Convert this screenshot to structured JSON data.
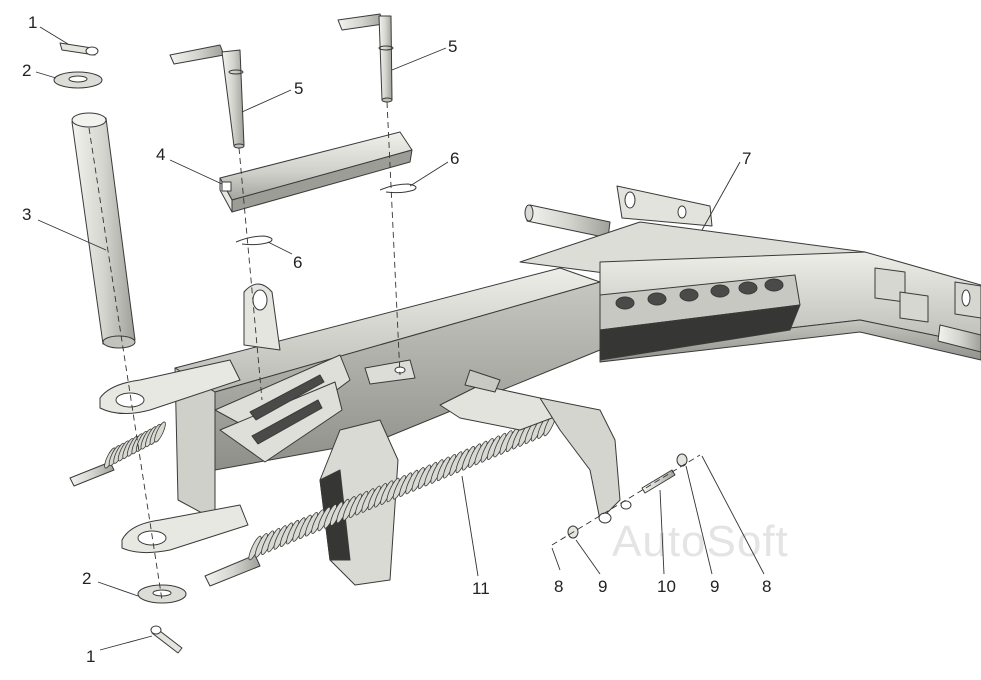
{
  "watermark": "AutoSoft",
  "colors": {
    "metal_light": "#e6e7e1",
    "metal_mid": "#c9cac3",
    "metal_dark": "#9a9b95",
    "shadow": "#3c3c3a",
    "line": "#3a3a3a"
  },
  "callouts": [
    {
      "id": "c1a",
      "label": "1"
    },
    {
      "id": "c2a",
      "label": "2"
    },
    {
      "id": "c3",
      "label": "3"
    },
    {
      "id": "c4",
      "label": "4"
    },
    {
      "id": "c5a",
      "label": "5"
    },
    {
      "id": "c5b",
      "label": "5"
    },
    {
      "id": "c6a",
      "label": "6"
    },
    {
      "id": "c6b",
      "label": "6"
    },
    {
      "id": "c7",
      "label": "7"
    },
    {
      "id": "c2b",
      "label": "2"
    },
    {
      "id": "c1b",
      "label": "1"
    },
    {
      "id": "c8a",
      "label": "8"
    },
    {
      "id": "c9a",
      "label": "9"
    },
    {
      "id": "c10",
      "label": "10"
    },
    {
      "id": "c9b",
      "label": "9"
    },
    {
      "id": "c8b",
      "label": "8"
    },
    {
      "id": "c11",
      "label": "11"
    }
  ]
}
